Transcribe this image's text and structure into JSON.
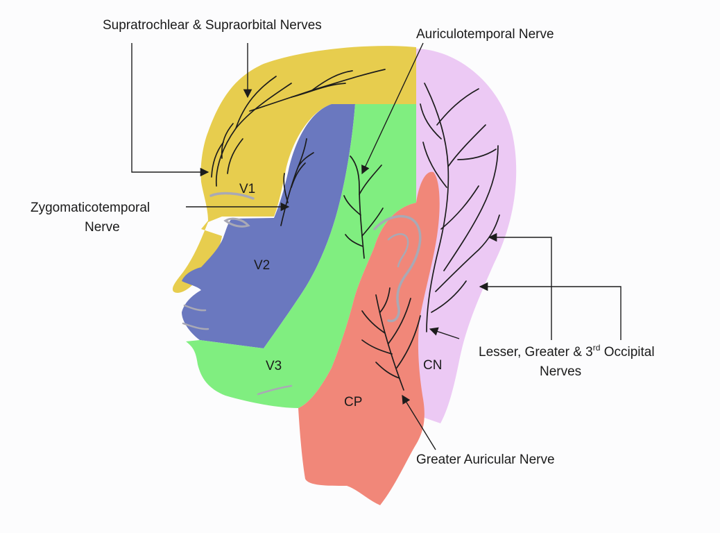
{
  "colors": {
    "v1": "#e7cd4e",
    "v2": "#6a78bf",
    "v3": "#80ee80",
    "cp": "#f18779",
    "cn": "#ecc9f4"
  },
  "regions": {
    "v1": "V1",
    "v2": "V2",
    "v3": "V3",
    "cp": "CP",
    "cn": "CN"
  },
  "callouts": {
    "supra": "Supratrochlear & Supraorbital Nerves",
    "auriculo": "Auriculotemporal Nerve",
    "zygo_line1": "Zygomaticotemporal",
    "zygo_line2": "Nerve",
    "occ_line1_a": "Lesser, Greater & 3",
    "occ_sup": "rd",
    "occ_line1_b": " Occipital",
    "occ_line2": "Nerves",
    "greater_aur": "Greater Auricular Nerve"
  }
}
